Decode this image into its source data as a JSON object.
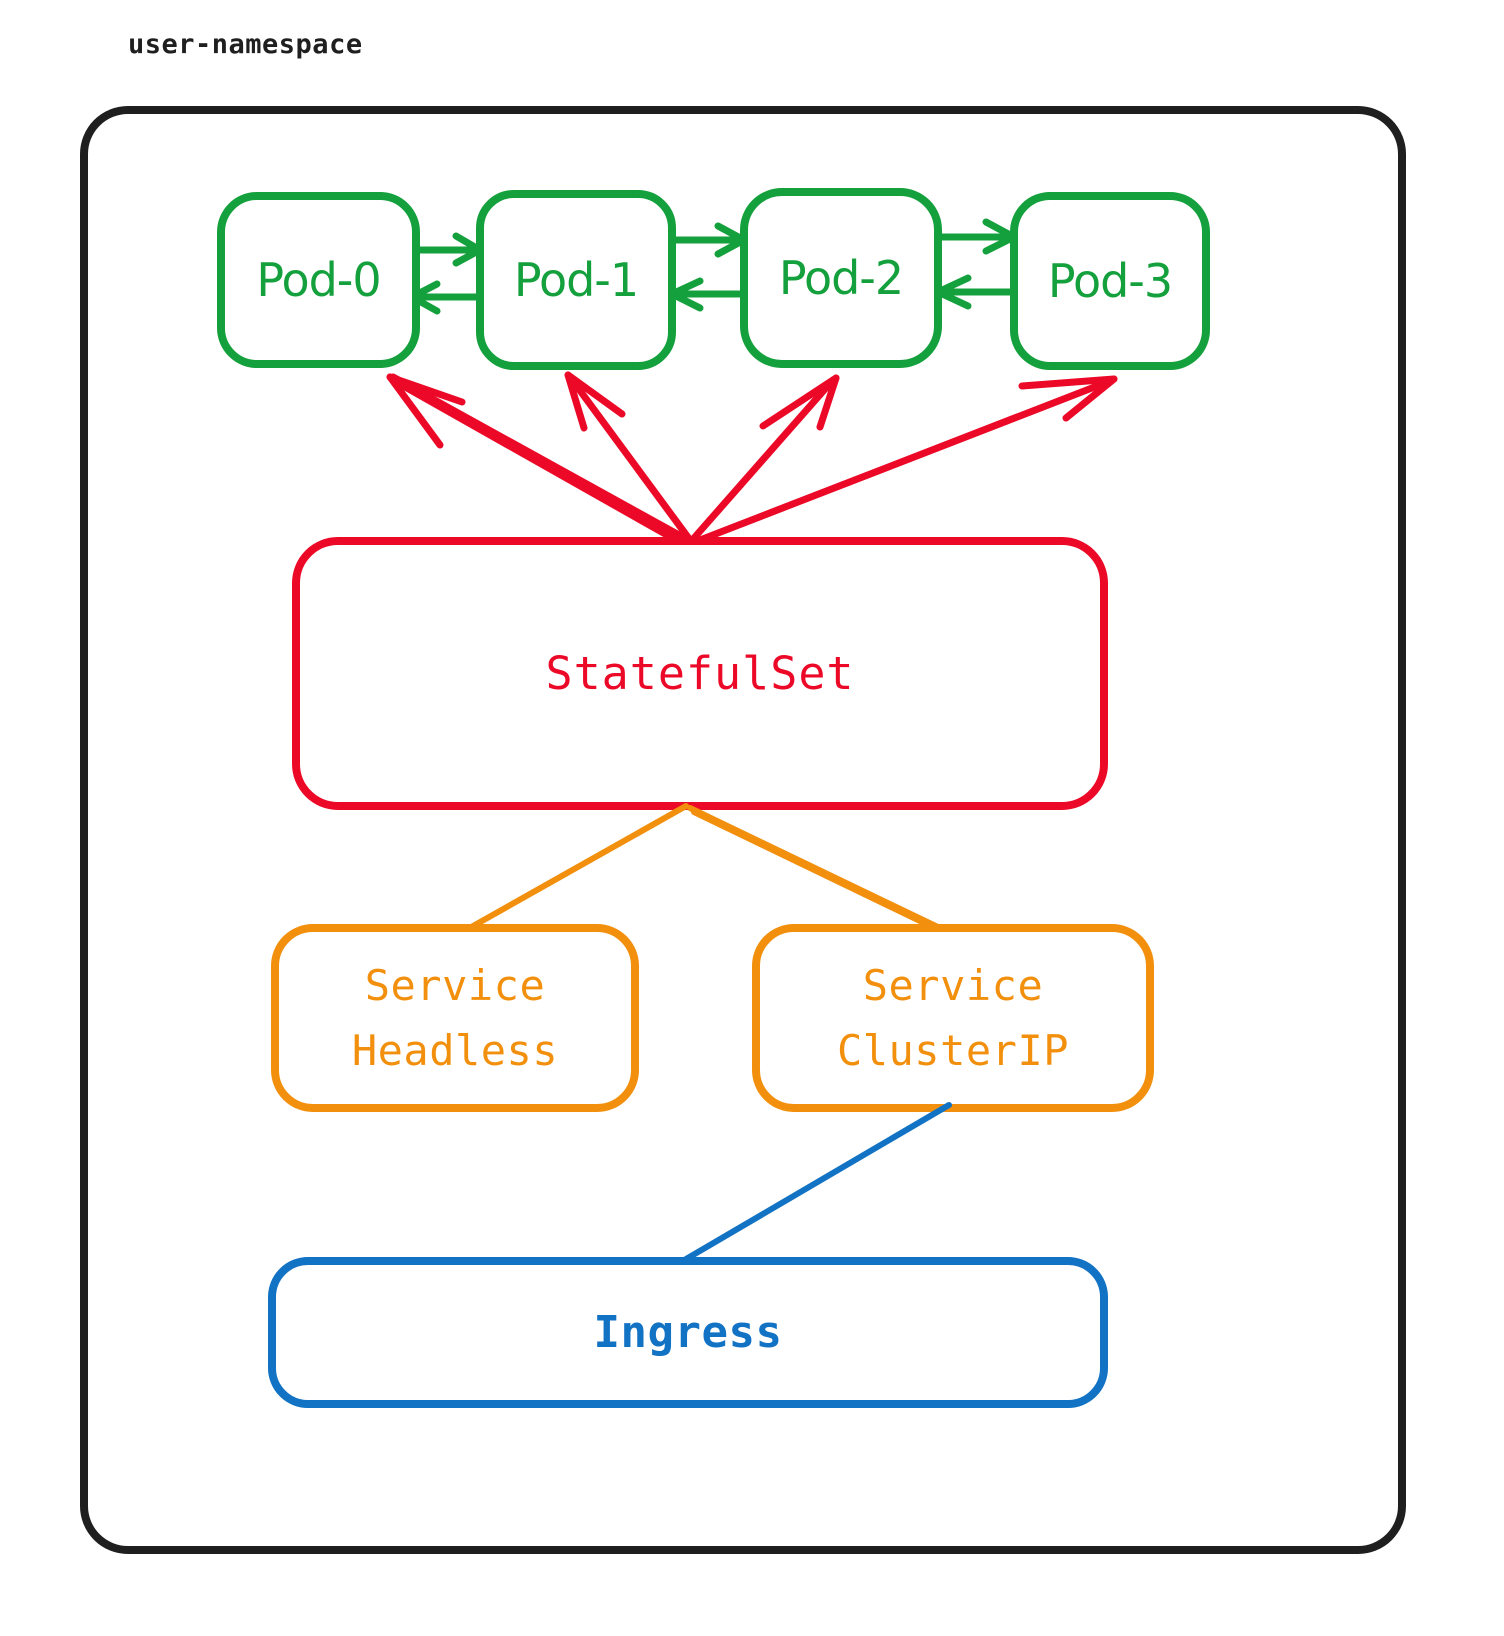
{
  "namespace": {
    "title": "user-namespace"
  },
  "colors": {
    "namespace_border": "#1f1f1f",
    "pod": "#14a03c",
    "statefulset": "#ec0928",
    "service": "#f2900e",
    "ingress": "#1272c4",
    "background": "#ffffff"
  },
  "nodes": {
    "pods": [
      {
        "id": "pod-0",
        "label": "Pod-0"
      },
      {
        "id": "pod-1",
        "label": "Pod-1"
      },
      {
        "id": "pod-2",
        "label": "Pod-2"
      },
      {
        "id": "pod-3",
        "label": "Pod-3"
      }
    ],
    "statefulset": {
      "id": "statefulset",
      "label": "StatefulSet"
    },
    "services": [
      {
        "id": "service-headless",
        "label_line1": "Service",
        "label_line2": "Headless"
      },
      {
        "id": "service-clusterip",
        "label_line1": "Service",
        "label_line2": "ClusterIP"
      }
    ],
    "ingress": {
      "id": "ingress",
      "label": "Ingress"
    }
  },
  "edges": [
    {
      "from": "pod-0",
      "to": "pod-1",
      "style": "bidirectional",
      "color": "#14a03c"
    },
    {
      "from": "pod-1",
      "to": "pod-2",
      "style": "bidirectional",
      "color": "#14a03c"
    },
    {
      "from": "pod-2",
      "to": "pod-3",
      "style": "bidirectional",
      "color": "#14a03c"
    },
    {
      "from": "statefulset",
      "to": "pod-0",
      "style": "arrow",
      "color": "#ec0928"
    },
    {
      "from": "statefulset",
      "to": "pod-1",
      "style": "arrow",
      "color": "#ec0928"
    },
    {
      "from": "statefulset",
      "to": "pod-2",
      "style": "arrow",
      "color": "#ec0928"
    },
    {
      "from": "statefulset",
      "to": "pod-3",
      "style": "arrow",
      "color": "#ec0928"
    },
    {
      "from": "statefulset",
      "to": "service-headless",
      "style": "line",
      "color": "#f2900e"
    },
    {
      "from": "statefulset",
      "to": "service-clusterip",
      "style": "line",
      "color": "#f2900e"
    },
    {
      "from": "service-clusterip",
      "to": "ingress",
      "style": "line",
      "color": "#1272c4"
    }
  ]
}
